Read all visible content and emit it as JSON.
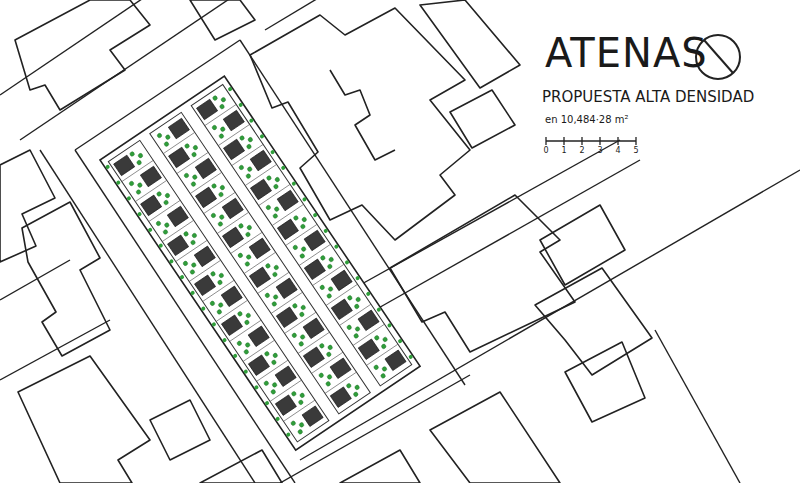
{
  "diagram": {
    "title": "ATENAS",
    "labels": [
      "PROPUESTA ALTA DENSIDAD",
      "en 10,484·28 m²",
      "0",
      "1",
      "2",
      "3",
      "4",
      "5"
    ]
  }
}
